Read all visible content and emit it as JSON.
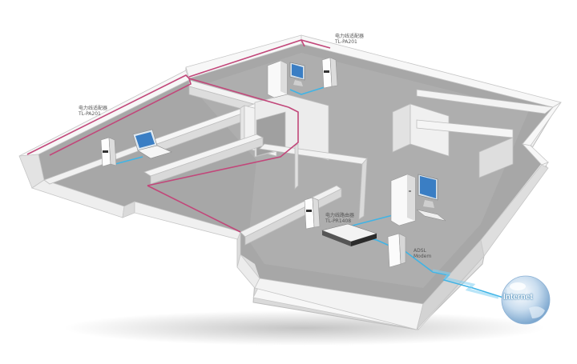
{
  "labels": {
    "adapter_left": {
      "line1": "电力线适配器",
      "line2": "TL-PA201"
    },
    "adapter_top": {
      "line1": "电力线适配器",
      "line2": "TL-PA201"
    },
    "router": {
      "line1": "电力线路由器",
      "line2": "TL-PR1408"
    },
    "modem": {
      "line1": "ADSL",
      "line2": "Modem"
    },
    "internet": "Internet"
  },
  "colors": {
    "powerline_wire": "#c2477a",
    "network_cable": "#3fb4e6",
    "floor": "#a7a7a7",
    "wall_top": "#f4f4f4",
    "wall_side": "#d8d8d8",
    "outer_wall": "#ececec",
    "globe": "#c9ddef"
  }
}
